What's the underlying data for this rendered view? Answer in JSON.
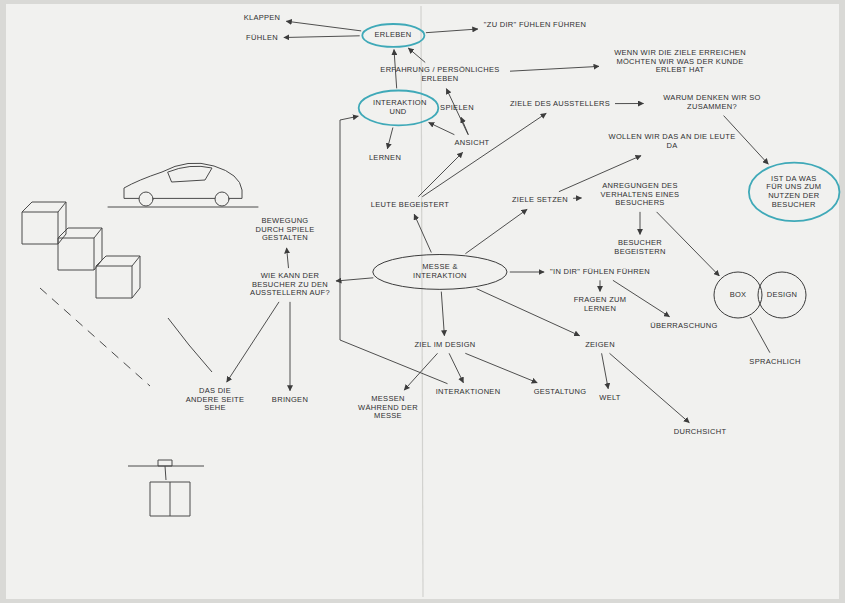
{
  "diagram": {
    "nodes": [
      {
        "text": [
          "KLAPPEN"
        ]
      },
      {
        "text": [
          "FÜHLEN"
        ]
      },
      {
        "text": [
          "ERLEBEN"
        ]
      },
      {
        "text": [
          "\"ZU DIR\" FÜHLEN FÜHREN"
        ]
      },
      {
        "text": [
          "ERFAHRUNG / PERSÖNLICHES ERLEBEN"
        ]
      },
      {
        "text": [
          "WENN WIR DIE ZIELE ERREICHEN MÖCHTEN WIR WAS DER KUNDE ERLEBT HAT"
        ]
      },
      {
        "text": [
          "INTERAKTION UND"
        ]
      },
      {
        "text": [
          "SPIELEN"
        ]
      },
      {
        "text": [
          "LERNEN"
        ]
      },
      {
        "text": [
          "ANSICHT"
        ]
      },
      {
        "text": [
          "ZIELE DES AUSSTELLERS"
        ]
      },
      {
        "text": [
          "WARUM DENKEN WIR SO ZUSAMMEN?"
        ]
      },
      {
        "text": [
          "WOLLEN WIR DAS AN DIE LEUTE DA"
        ]
      },
      {
        "text": [
          "IST DA WAS FÜR UNS ZUM NUTZEN DER BESUCHER"
        ]
      },
      {
        "text": [
          "LEUTE BEGEISTERT"
        ]
      },
      {
        "text": [
          "ZIELE SETZEN"
        ]
      },
      {
        "text": [
          "ANREGUNGEN DES VERHALTENS EINES BESUCHERS"
        ]
      },
      {
        "text": [
          "BESUCHER BEGEISTERN"
        ]
      },
      {
        "text": [
          "MESSE & INTERAKTION"
        ]
      },
      {
        "text": [
          "\"IN DIR\" FÜHLEN FÜHREN"
        ]
      },
      {
        "text": [
          "FRAGEN ZUM LERNEN"
        ]
      },
      {
        "text": [
          "ÜBERRASCHUNG"
        ]
      },
      {
        "text": [
          "BOX"
        ]
      },
      {
        "text": [
          "DESIGN"
        ]
      },
      {
        "text": [
          "SPRACHLICH"
        ]
      },
      {
        "text": [
          "ZEIGEN"
        ]
      },
      {
        "text": [
          "WELT"
        ]
      },
      {
        "text": [
          "DURCHSICHT"
        ]
      },
      {
        "text": [
          "ZIEL IM DESIGN"
        ]
      },
      {
        "text": [
          "MESSEN WÄHREND DER MESSE"
        ]
      },
      {
        "text": [
          "INTERAKTIONEN"
        ]
      },
      {
        "text": [
          "GESTALTUNG"
        ]
      },
      {
        "text": [
          "BEWEGUNG DURCH SPIELE GESTALTEN"
        ]
      },
      {
        "text": [
          "WIE KANN DER BESUCHER ZU DEN AUSSTELLERN AUF?"
        ]
      },
      {
        "text": [
          "DAS DIE ANDERE SEITE SEHE"
        ]
      },
      {
        "text": [
          "BRINGEN"
        ]
      }
    ],
    "edges": [
      {
        "from": 2,
        "to": 0,
        "arrow": "to"
      },
      {
        "from": 2,
        "to": 1,
        "arrow": "to"
      },
      {
        "from": 2,
        "to": 3,
        "arrow": "to"
      },
      {
        "from": 4,
        "to": 2,
        "arrow": "to"
      },
      {
        "from": 4,
        "to": 5,
        "arrow": "to"
      },
      {
        "from": 6,
        "to": 2,
        "arrow": "to"
      },
      {
        "from": 9,
        "to": 6,
        "arrow": "to"
      },
      {
        "from": 9,
        "to": 7,
        "arrow": "to"
      },
      {
        "from": 6,
        "to": 8,
        "arrow": "to"
      },
      {
        "from": 9,
        "to": 4,
        "arrow": "to"
      },
      {
        "from": 14,
        "to": 9,
        "arrow": "to"
      },
      {
        "from": 14,
        "to": 10,
        "arrow": "to"
      },
      {
        "from": 10,
        "to": 11,
        "arrow": "to"
      },
      {
        "from": 11,
        "to": 13,
        "arrow": "to"
      },
      {
        "from": 18,
        "to": 14,
        "arrow": "to"
      },
      {
        "from": 18,
        "to": 15,
        "arrow": "to"
      },
      {
        "from": 15,
        "to": 12,
        "arrow": "to"
      },
      {
        "from": 15,
        "to": 16,
        "arrow": "to"
      },
      {
        "from": 16,
        "to": 17,
        "arrow": "to"
      },
      {
        "from": 16,
        "to": 22,
        "arrow": "to"
      },
      {
        "from": 18,
        "to": 19,
        "arrow": "to"
      },
      {
        "from": 19,
        "to": 20,
        "arrow": "to"
      },
      {
        "from": 19,
        "to": 21,
        "arrow": "to"
      },
      {
        "from": 18,
        "to": 25,
        "arrow": "to"
      },
      {
        "from": 25,
        "to": 26,
        "arrow": "to"
      },
      {
        "from": 25,
        "to": 27,
        "arrow": "to"
      },
      {
        "from": 18,
        "to": 28,
        "arrow": "to"
      },
      {
        "from": 28,
        "to": 29,
        "arrow": "to"
      },
      {
        "from": 28,
        "to": 30,
        "arrow": "to"
      },
      {
        "from": 28,
        "to": 31,
        "arrow": "to"
      },
      {
        "from": 30,
        "to": 6,
        "arrow": "to"
      },
      {
        "from": 18,
        "to": 33,
        "arrow": "to"
      },
      {
        "from": 33,
        "to": 32,
        "arrow": "to"
      },
      {
        "from": 33,
        "to": 34,
        "arrow": "to"
      },
      {
        "from": 33,
        "to": 35,
        "arrow": "to"
      },
      {
        "from": 22,
        "to": 24,
        "arrow": "none"
      }
    ]
  }
}
